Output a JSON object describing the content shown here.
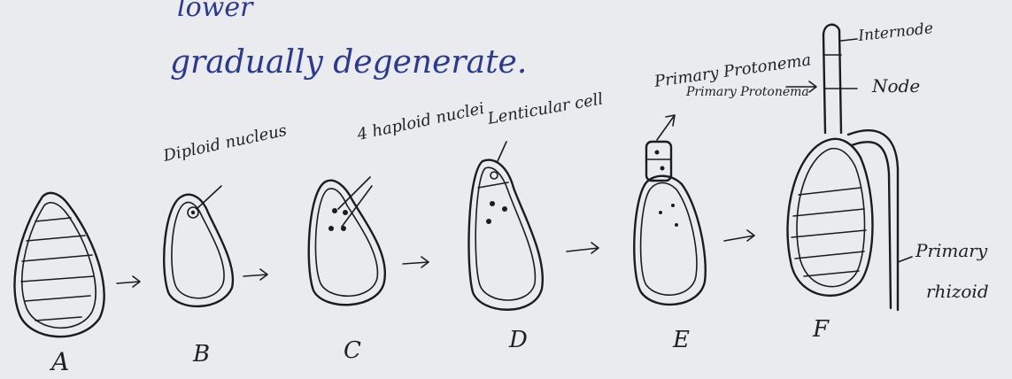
{
  "heading": {
    "line1": "lower",
    "line2": "gradually degenerate."
  },
  "stages": [
    {
      "letter": "A",
      "label": ""
    },
    {
      "letter": "B",
      "label": "Diploid nucleus"
    },
    {
      "letter": "C",
      "label": "4 haploid nuclei"
    },
    {
      "letter": "D",
      "label": "Lenticular cell"
    },
    {
      "letter": "E",
      "label": "Primary Protonema"
    },
    {
      "letter": "F",
      "label": ""
    }
  ],
  "f_labels": {
    "internode": "Internode",
    "node": "Node",
    "primary_protonema": "Primary Protonema",
    "primary_rhizoid_line1": "Primary",
    "primary_rhizoid_line2": "rhizoid"
  },
  "colors": {
    "ink": "#1b1b22",
    "heading_ink": "#2b3a8f",
    "paper": "#e9ebee"
  }
}
